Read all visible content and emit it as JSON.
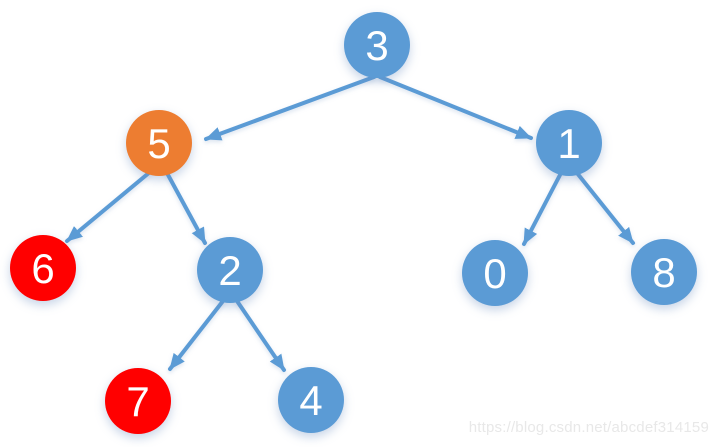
{
  "diagram": {
    "type": "binary-tree",
    "colors": {
      "edge": "#5b9bd5",
      "node_blue": "#5b9bd5",
      "node_orange": "#ed7d31",
      "node_red": "#ff0000",
      "node_text": "#ffffff"
    },
    "nodes": {
      "n3": {
        "value": "3",
        "color": "#5b9bd5"
      },
      "n5": {
        "value": "5",
        "color": "#ed7d31"
      },
      "n1": {
        "value": "1",
        "color": "#5b9bd5"
      },
      "n6": {
        "value": "6",
        "color": "#ff0000"
      },
      "n2": {
        "value": "2",
        "color": "#5b9bd5"
      },
      "n7": {
        "value": "7",
        "color": "#ff0000"
      },
      "n4": {
        "value": "4",
        "color": "#5b9bd5"
      },
      "n0": {
        "value": "0",
        "color": "#5b9bd5"
      },
      "n8": {
        "value": "8",
        "color": "#5b9bd5"
      }
    },
    "edges": [
      {
        "from": "3",
        "to": "5"
      },
      {
        "from": "3",
        "to": "1"
      },
      {
        "from": "5",
        "to": "6"
      },
      {
        "from": "5",
        "to": "2"
      },
      {
        "from": "2",
        "to": "7"
      },
      {
        "from": "2",
        "to": "4"
      },
      {
        "from": "1",
        "to": "0"
      },
      {
        "from": "1",
        "to": "8"
      }
    ]
  },
  "watermark": {
    "text": "https://blog.csdn.net/abcdef314159",
    "color": "#e8e8e8"
  }
}
